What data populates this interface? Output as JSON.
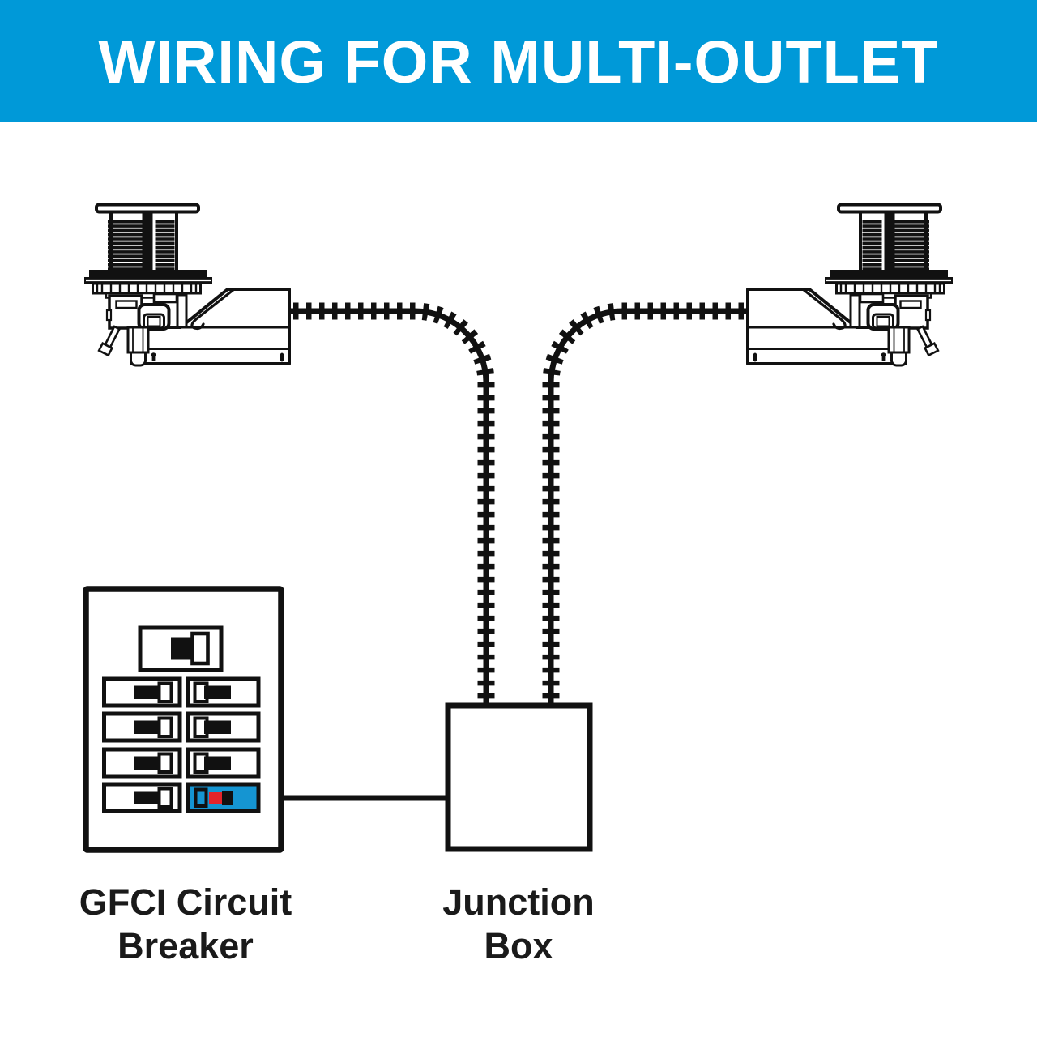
{
  "header": {
    "title": "WIRING FOR MULTI-OUTLET"
  },
  "colors": {
    "header_bg": "#0099D8",
    "header_text": "#FFFFFF",
    "line_art": "#111111",
    "gfci_breaker_bg": "#1595D2",
    "gfci_indicator_red": "#E5242B",
    "background": "#FFFFFF"
  },
  "diagram": {
    "popup_outlets": [
      {
        "id": "popup-outlet-left",
        "position": "top-left"
      },
      {
        "id": "popup-outlet-right",
        "position": "top-right"
      }
    ],
    "junction_box": {
      "label_line1": "Junction",
      "label_line2": "Box"
    },
    "gfci_panel": {
      "label_line1": "GFCI Circuit",
      "label_line2": "Breaker",
      "main_breakers": 1,
      "branch_breakers": 8,
      "highlighted_breaker": "bottom-right GFCI breaker (blue with red indicator)"
    }
  }
}
